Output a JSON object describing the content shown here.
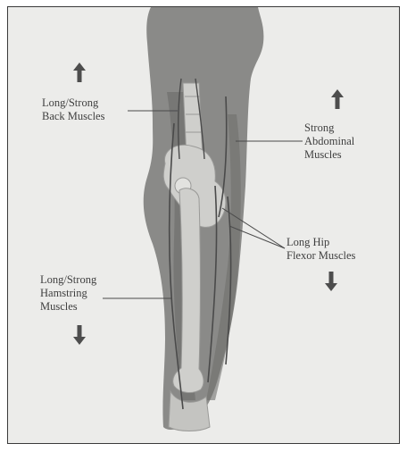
{
  "diagram": {
    "colors": {
      "background": "#ececea",
      "body": "#8a8a88",
      "bone": "#cfcfcc",
      "text": "#3f3f3f",
      "leader": "#4a4a4a",
      "arrow": "#4d4d4d"
    },
    "labels": {
      "back_muscles": [
        "Long/Strong",
        "Back Muscles"
      ],
      "abdominal_muscles": [
        "Strong",
        "Abdominal",
        "Muscles"
      ],
      "hip_flexor_muscles": [
        "Long Hip",
        "Flexor Muscles"
      ],
      "hamstring_muscles": [
        "Long/Strong",
        "Hamstring",
        "Muscles"
      ]
    },
    "arrows": {
      "back_muscles": "up",
      "abdominal_muscles": "up",
      "hip_flexor_muscles": "down",
      "hamstring_muscles": "down"
    }
  }
}
